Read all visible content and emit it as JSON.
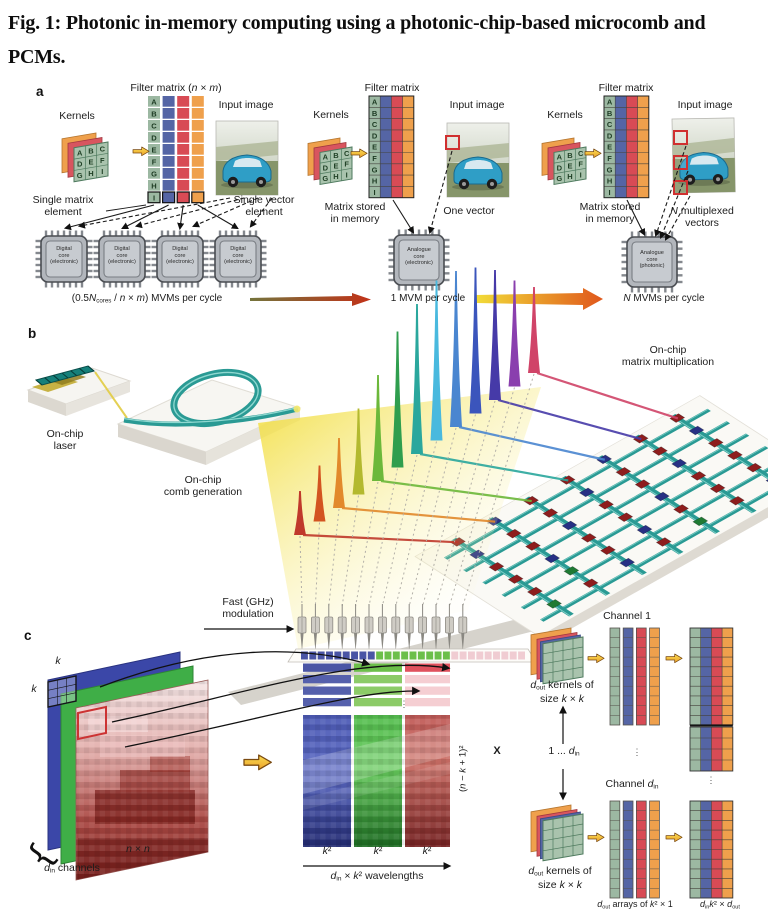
{
  "title": {
    "line1": "Fig. 1: Photonic in-memory computing using a photonic-chip-based microcomb and",
    "line2": "PCMs."
  },
  "panel_labels": {
    "a": "a",
    "b": "b",
    "c": "c"
  },
  "panel_a": {
    "matrix_letters": [
      "A",
      "B",
      "C",
      "D",
      "E",
      "F",
      "G",
      "H",
      "I"
    ],
    "col1": {
      "filter_matrix_runs": [
        {
          "t": "Filter matrix ("
        },
        {
          "t": "n",
          "c": "it"
        },
        {
          "t": " × "
        },
        {
          "t": "m",
          "c": "it"
        },
        {
          "t": ")"
        }
      ],
      "kernels": "Kernels",
      "input_image": "Input image",
      "single_matrix_l1": "Single matrix",
      "single_matrix_l2": "element",
      "single_vector_l1": "Single vector",
      "single_vector_l2": "element",
      "chip": {
        "l1": "Digital",
        "l2": "core",
        "l3": "(electronic)"
      },
      "caption_runs": [
        {
          "t": "(0.5"
        },
        {
          "t": "N",
          "c": "it"
        },
        {
          "t": "cores",
          "c": "sub"
        },
        {
          "t": " / "
        },
        {
          "t": "n",
          "c": "it"
        },
        {
          "t": " × "
        },
        {
          "t": "m",
          "c": "it"
        },
        {
          "t": ") MVMs per cycle"
        }
      ]
    },
    "col2": {
      "filter_matrix": "Filter matrix",
      "kernels": "Kernels",
      "input_image": "Input image",
      "matrix_stored_l1": "Matrix stored",
      "matrix_stored_l2": "in memory",
      "one_vector": "One vector",
      "chip": {
        "l1": "Analogue",
        "l2": "core",
        "l3": "(electronic)"
      },
      "caption": "1 MVM per cycle"
    },
    "col3": {
      "filter_matrix": "Filter matrix",
      "kernels": "Kernels",
      "input_image": "Input image",
      "matrix_stored_l1": "Matrix stored",
      "matrix_stored_l2": "in memory",
      "multiplexed_l1_runs": [
        {
          "t": "N",
          "c": "it"
        },
        {
          "t": " multiplexed"
        }
      ],
      "multiplexed_l2": "vectors",
      "chip": {
        "l1": "Analogue",
        "l2": "core",
        "l3": "(photonic)"
      },
      "caption_runs": [
        {
          "t": "N",
          "c": "it"
        },
        {
          "t": " MVMs per cycle"
        }
      ]
    }
  },
  "panel_b": {
    "laser_l1": "On-chip",
    "laser_l2": "laser",
    "comb_l1": "On-chip",
    "comb_l2": "comb generation",
    "matmul_l1": "On-chip",
    "matmul_l2": "matrix multiplication"
  },
  "panel_c": {
    "fast_l1": "Fast (GHz)",
    "fast_l2": "modulation",
    "k_top": "k",
    "k_left": "k",
    "n_by_n_runs": [
      {
        "t": "n",
        "c": "it"
      },
      {
        "t": " × "
      },
      {
        "t": "n",
        "c": "it"
      }
    ],
    "din_channels_runs": [
      {
        "t": "d",
        "c": "it"
      },
      {
        "t": "in",
        "c": "sub"
      },
      {
        "t": " channels"
      }
    ],
    "k2_runs": [
      {
        "t": "k",
        "c": "it"
      },
      {
        "t": "²"
      }
    ],
    "wavelengths_runs": [
      {
        "t": "d",
        "c": "it"
      },
      {
        "t": "in",
        "c": "sub"
      },
      {
        "t": " × "
      },
      {
        "t": "k",
        "c": "it"
      },
      {
        "t": "² wavelengths"
      }
    ],
    "rows_count_runs": [
      {
        "t": "("
      },
      {
        "t": "n",
        "c": "it"
      },
      {
        "t": " − "
      },
      {
        "t": "k",
        "c": "it"
      },
      {
        "t": " + 1)²"
      }
    ],
    "multiply": "X",
    "one_to_din_runs": [
      {
        "t": "1 ... "
      },
      {
        "t": "d",
        "c": "it"
      },
      {
        "t": "in",
        "c": "sub"
      }
    ],
    "channel_1": "Channel 1",
    "channel_din_runs": [
      {
        "t": "Channel "
      },
      {
        "t": "d",
        "c": "it"
      },
      {
        "t": "in",
        "c": "sub"
      }
    ],
    "dout_kernels_l1_runs": [
      {
        "t": "d",
        "c": "it"
      },
      {
        "t": "out",
        "c": "sub"
      },
      {
        "t": " kernels of"
      }
    ],
    "dout_kernels_l2_runs": [
      {
        "t": "size "
      },
      {
        "t": "k",
        "c": "it"
      },
      {
        "t": " × "
      },
      {
        "t": "k",
        "c": "it"
      }
    ],
    "dout_arrays_runs": [
      {
        "t": "d",
        "c": "it"
      },
      {
        "t": "out",
        "c": "sub"
      },
      {
        "t": " arrays of "
      },
      {
        "t": "k",
        "c": "it"
      },
      {
        "t": "² × 1"
      }
    ],
    "din_k2_dout_runs": [
      {
        "t": "d",
        "c": "it"
      },
      {
        "t": "in",
        "c": "sub"
      },
      {
        "t": "k",
        "c": "it"
      },
      {
        "t": "² × "
      },
      {
        "t": "d",
        "c": "it"
      },
      {
        "t": "out",
        "c": "sub"
      }
    ],
    "vdots": "⋮",
    "brace": "{"
  },
  "colors": {
    "matrix_green": "#9cb8a2",
    "matrix_blue": "#5565a5",
    "matrix_red": "#d84b55",
    "matrix_orange": "#efa04c",
    "strip_blue": "#4a55a5",
    "strip_green": "#6cbf4a",
    "strip_red": "#e0525e",
    "strip_pink": "#f5ced2",
    "waveguide": "#2a9a94",
    "chip_body": "#b2b6bc",
    "pcm_red": "#8e1d1d",
    "pcm_blue": "#273084",
    "pcm_green": "#1f7a33",
    "gold": "#e8b33a",
    "cone": "#f3e04a"
  },
  "comb_colors": [
    "#c0392b",
    "#d35420",
    "#e2892b",
    "#b3b92f",
    "#6cb83a",
    "#2f9e4e",
    "#2aa79d",
    "#49b9de",
    "#4a86d0",
    "#3b55bc",
    "#463aa8",
    "#8a3fae",
    "#d04468"
  ]
}
